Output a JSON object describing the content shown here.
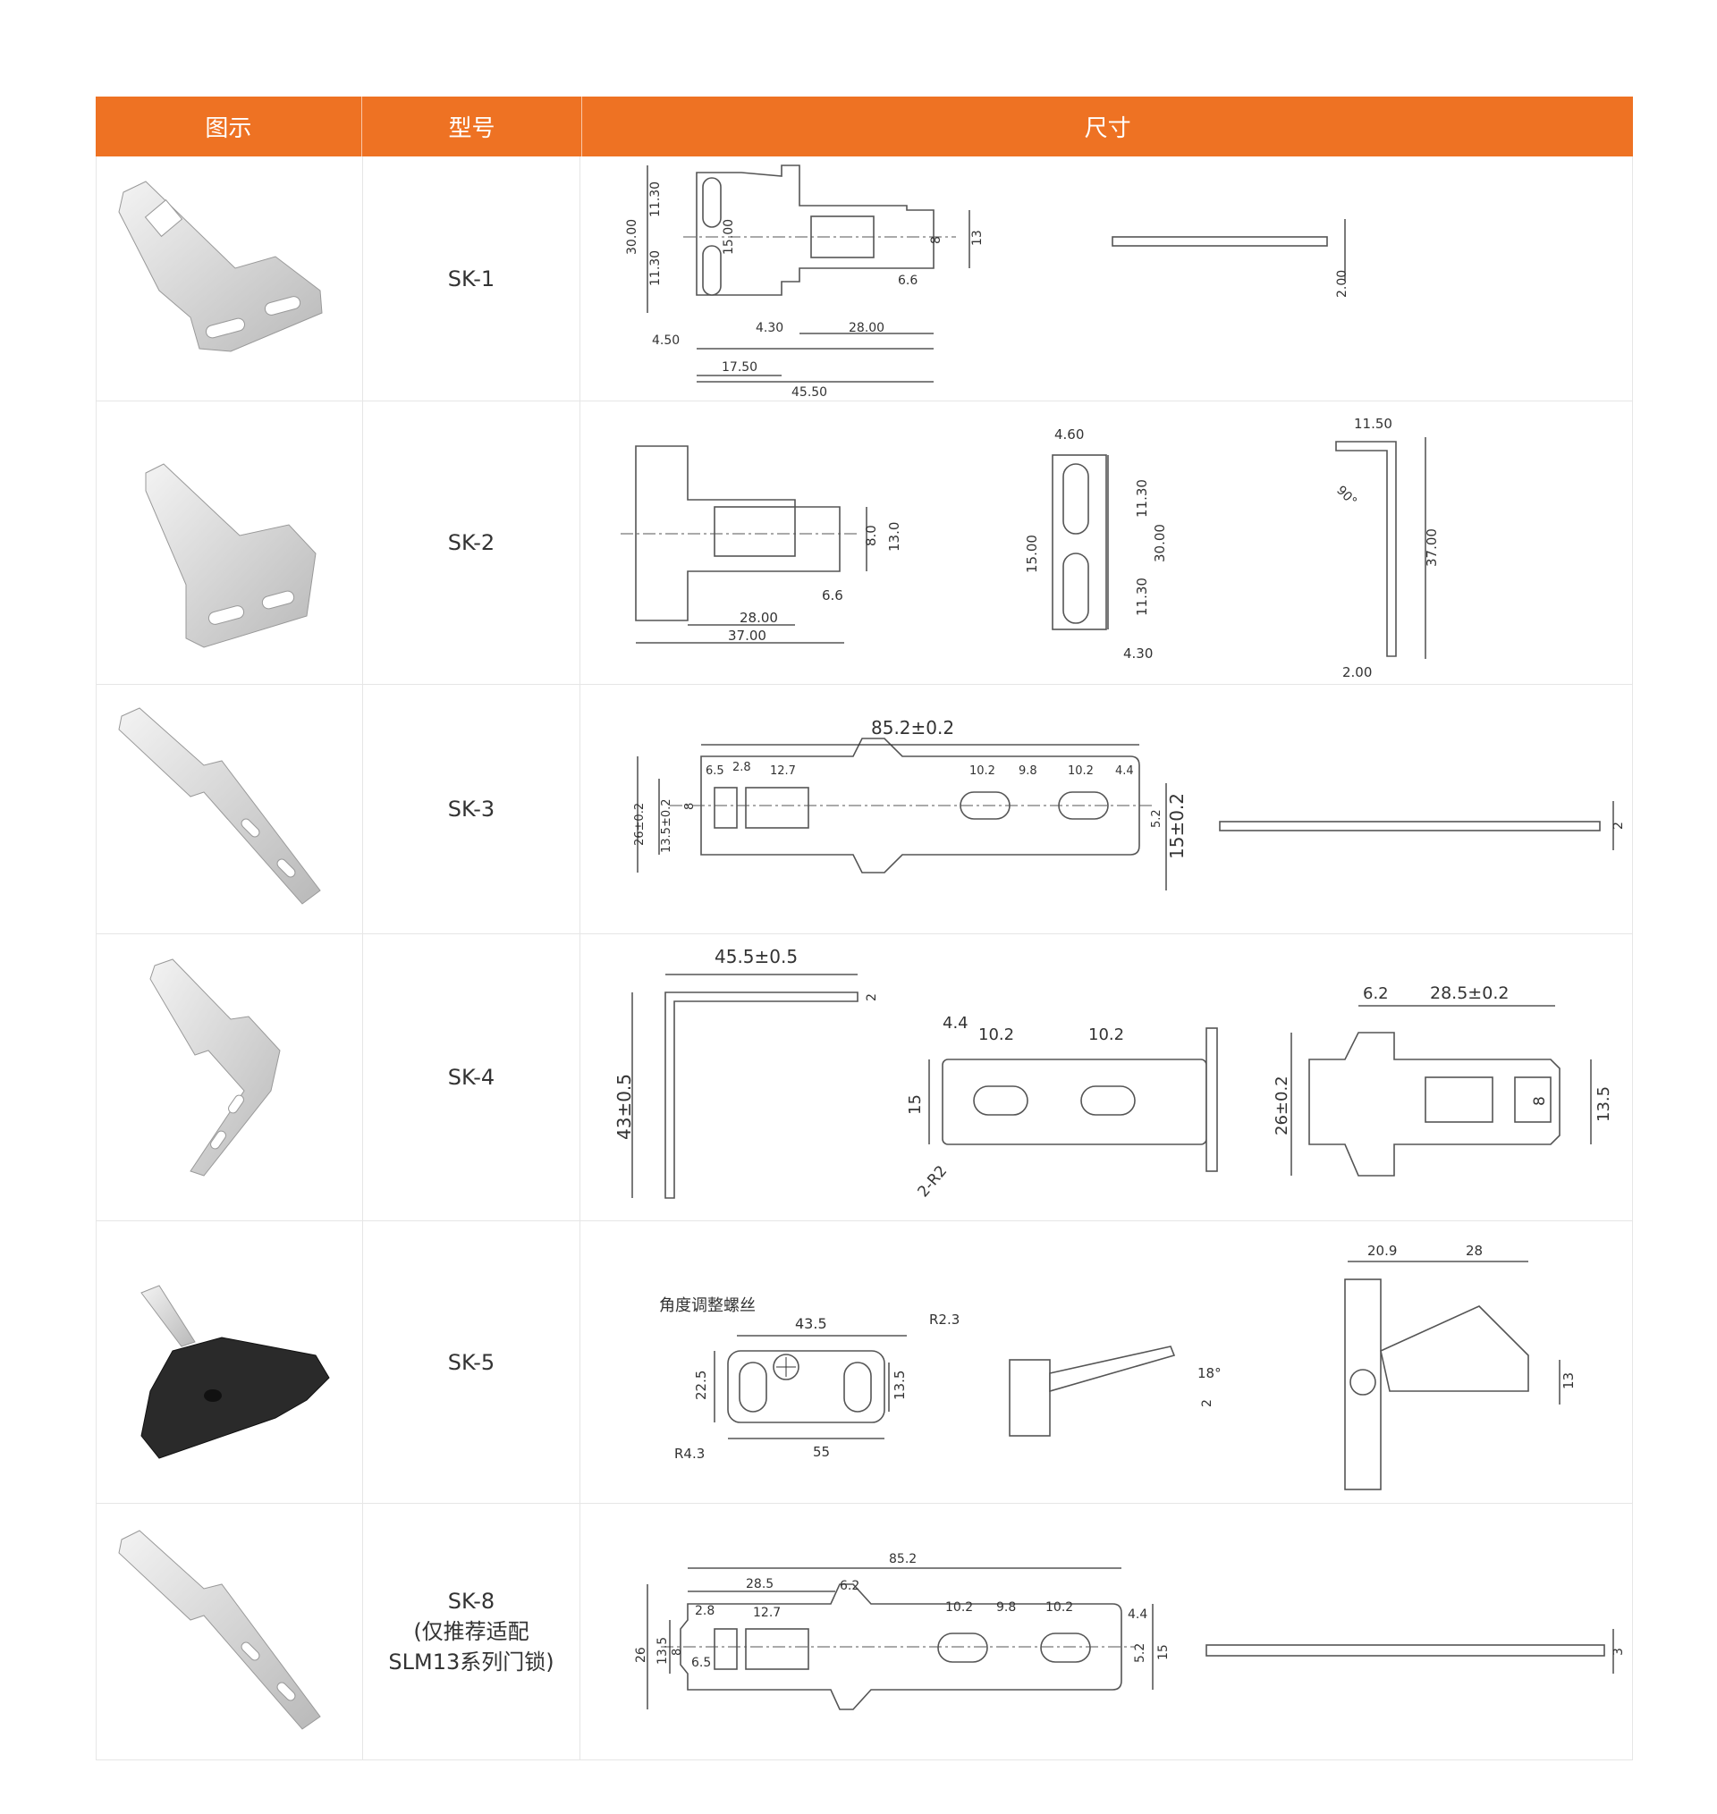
{
  "header": {
    "col_image": "图示",
    "col_model": "型号",
    "col_size": "尺寸"
  },
  "rows": [
    {
      "model": "SK-1",
      "dims": [
        "11.30",
        "30.00",
        "15.00",
        "11.30",
        "8",
        "13",
        "6.6",
        "4.30",
        "28.00",
        "4.50",
        "17.50",
        "45.50",
        "2.00"
      ]
    },
    {
      "model": "SK-2",
      "dims": [
        "8.0",
        "13.0",
        "6.6",
        "28.00",
        "37.00",
        "4.60",
        "11.30",
        "15.00",
        "30.00",
        "11.30",
        "4.30",
        "11.50",
        "90°",
        "37.00",
        "2.00"
      ]
    },
    {
      "model": "SK-3",
      "dims": [
        "85.2±0.2",
        "6.5",
        "2.8",
        "12.7",
        "10.2",
        "9.8",
        "10.2",
        "4.4",
        "26±0.2",
        "13.5±0.2",
        "8",
        "5.2",
        "15±0.2",
        "2"
      ]
    },
    {
      "model": "SK-4",
      "dims": [
        "45.5±0.5",
        "2",
        "43±0.5",
        "4.4",
        "10.2",
        "10.2",
        "15",
        "2-R2",
        "6.2",
        "28.5±0.2",
        "26±0.2",
        "8",
        "13.5"
      ]
    },
    {
      "model": "SK-5",
      "dims": [
        "角度调整螺丝",
        "43.5",
        "R2.3",
        "22.5",
        "13.5",
        "R4.3",
        "55",
        "18°",
        "2",
        "20.9",
        "28",
        "13"
      ]
    },
    {
      "model": "SK-8",
      "model_note_1": "(仅推荐适配",
      "model_note_2": "SLM13系列门锁)",
      "dims": [
        "85.2",
        "28.5",
        "6.2",
        "2.8",
        "12.7",
        "10.2",
        "9.8",
        "10.2",
        "4.4",
        "26",
        "13.5",
        "8",
        "6.5",
        "5.2",
        "15",
        "3"
      ]
    }
  ]
}
